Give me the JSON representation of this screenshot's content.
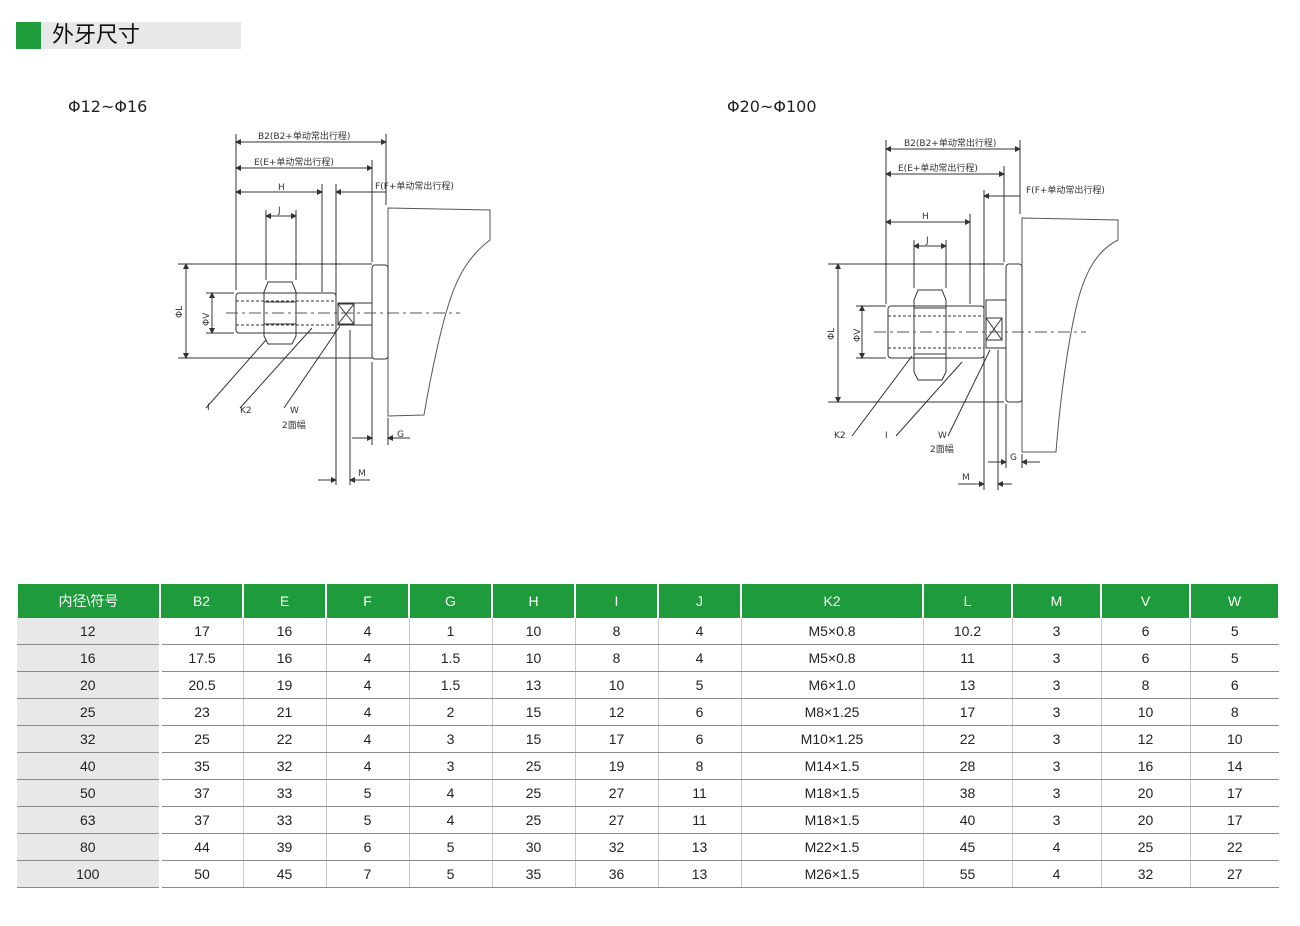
{
  "header": {
    "title": "外牙尺寸"
  },
  "drawings": [
    {
      "title": "Φ12~Φ16",
      "labels": {
        "b2": "B2(B2+单动常出行程)",
        "e": "E(E+单动常出行程)",
        "f": "F(F+单动常出行程)",
        "h": "H",
        "j": "J",
        "phi_l": "ΦL",
        "phi_v": "ΦV",
        "i": "I",
        "k2": "K2",
        "w": "W",
        "w_note": "2面幅",
        "g": "G",
        "m": "M"
      }
    },
    {
      "title": "Φ20~Φ100",
      "labels": {
        "b2": "B2(B2+单动常出行程)",
        "e": "E(E+单动常出行程)",
        "f": "F(F+单动常出行程)",
        "h": "H",
        "j": "J",
        "phi_l": "ΦL",
        "phi_v": "ΦV",
        "k2": "K2",
        "i": "I",
        "w": "W",
        "w_note": "2面幅",
        "g": "G",
        "m": "M"
      }
    }
  ],
  "table": {
    "headers": [
      "内径\\符号",
      "B2",
      "E",
      "F",
      "G",
      "H",
      "I",
      "J",
      "K2",
      "L",
      "M",
      "V",
      "W"
    ],
    "rows": [
      [
        "12",
        "17",
        "16",
        "4",
        "1",
        "10",
        "8",
        "4",
        "M5×0.8",
        "10.2",
        "3",
        "6",
        "5"
      ],
      [
        "16",
        "17.5",
        "16",
        "4",
        "1.5",
        "10",
        "8",
        "4",
        "M5×0.8",
        "11",
        "3",
        "6",
        "5"
      ],
      [
        "20",
        "20.5",
        "19",
        "4",
        "1.5",
        "13",
        "10",
        "5",
        "M6×1.0",
        "13",
        "3",
        "8",
        "6"
      ],
      [
        "25",
        "23",
        "21",
        "4",
        "2",
        "15",
        "12",
        "6",
        "M8×1.25",
        "17",
        "3",
        "10",
        "8"
      ],
      [
        "32",
        "25",
        "22",
        "4",
        "3",
        "15",
        "17",
        "6",
        "M10×1.25",
        "22",
        "3",
        "12",
        "10"
      ],
      [
        "40",
        "35",
        "32",
        "4",
        "3",
        "25",
        "19",
        "8",
        "M14×1.5",
        "28",
        "3",
        "16",
        "14"
      ],
      [
        "50",
        "37",
        "33",
        "5",
        "4",
        "25",
        "27",
        "11",
        "M18×1.5",
        "38",
        "3",
        "20",
        "17"
      ],
      [
        "63",
        "37",
        "33",
        "5",
        "4",
        "25",
        "27",
        "11",
        "M18×1.5",
        "40",
        "3",
        "20",
        "17"
      ],
      [
        "80",
        "44",
        "39",
        "6",
        "5",
        "30",
        "32",
        "13",
        "M22×1.5",
        "45",
        "4",
        "25",
        "22"
      ],
      [
        "100",
        "50",
        "45",
        "7",
        "5",
        "35",
        "36",
        "13",
        "M26×1.5",
        "55",
        "4",
        "32",
        "27"
      ]
    ]
  }
}
